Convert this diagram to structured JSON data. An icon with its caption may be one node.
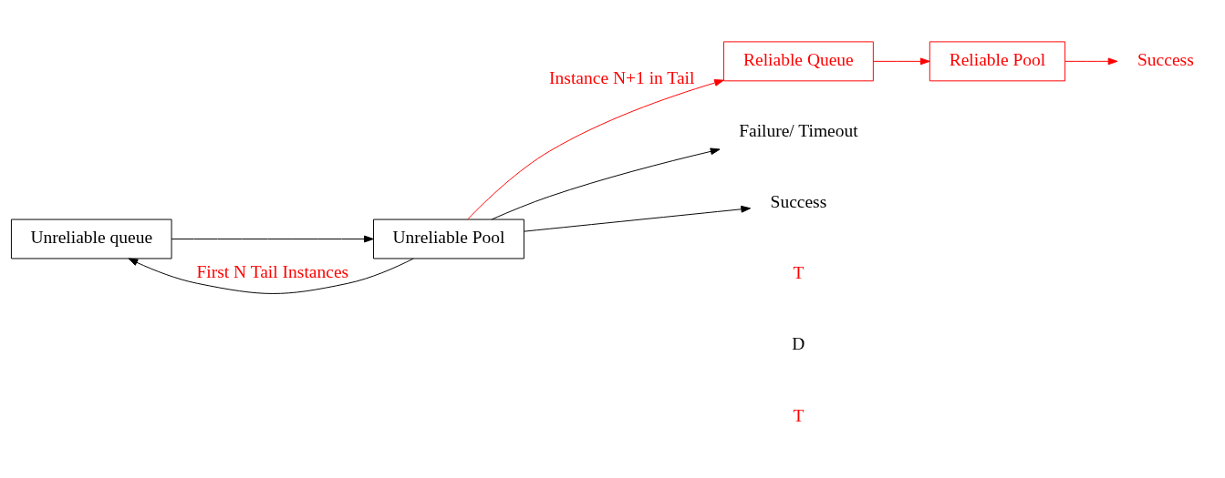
{
  "diagram": {
    "nodes": [
      {
        "text": [
          "Unreliable queue"
        ]
      },
      {
        "text": [
          "Unreliable Pool"
        ]
      },
      {
        "text": [
          "Reliable Queue"
        ]
      },
      {
        "text": [
          "Reliable Pool"
        ]
      },
      {
        "text": [
          "Failure/ Timeout"
        ]
      },
      {
        "text": [
          "Success"
        ]
      },
      {
        "text": [
          "Success"
        ]
      }
    ],
    "edges": [
      {
        "from": 1,
        "to": 0,
        "arrow": "to",
        "label": "First N Tail Instances"
      },
      {
        "from": 0,
        "to": 1,
        "arrow": "to"
      },
      {
        "from": 1,
        "to": 4,
        "arrow": "to"
      },
      {
        "from": 1,
        "to": 5,
        "arrow": "to"
      },
      {
        "from": 1,
        "to": 2,
        "arrow": "to",
        "label": "Instance N+1 in Tail",
        "color": "#ff0000"
      },
      {
        "from": 2,
        "to": 3,
        "arrow": "to",
        "color": "#ff0000"
      },
      {
        "from": 3,
        "to": 6,
        "arrow": "to",
        "color": "#ff0000"
      }
    ],
    "labels": [
      "T",
      "D",
      "T"
    ]
  }
}
